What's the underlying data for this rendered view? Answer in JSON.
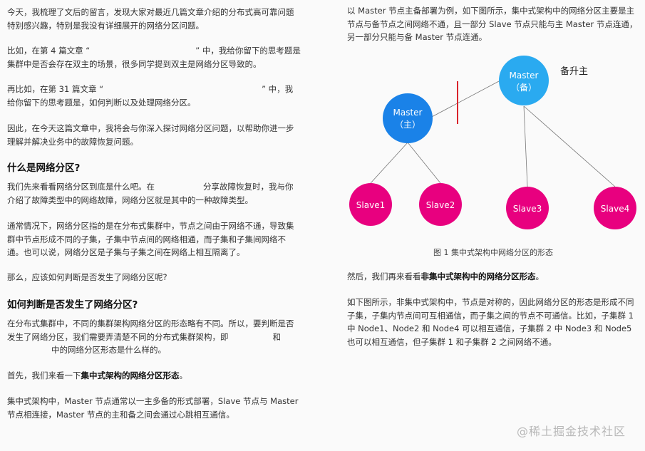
{
  "left": {
    "p1": "今天，我梳理了文后的留言，发现大家对最近几篇文章介绍的分布式高可靠问题特别感兴趣，特别是我没有详细展开的网络分区问题。",
    "p2a": "比如，在第 4 篇文章 “",
    "p2b": "” 中，我给你留下的思考题是集群中是否会存在双主的场景，很多同学提到双主是网络分区导致的。",
    "p3a": "再比如，在第 31 篇文章 “",
    "p3b": "” 中，我给你留下的思考题是，如何判断以及处理网络分区。",
    "p4": "因此，在今天这篇文章中，我将会与你深入探讨网络分区问题，以帮助你进一步理解并解决业务中的故障恢复问题。",
    "h1": "什么是网络分区?",
    "p5a": "我们先来看看网络分区到底是什么吧。在",
    "p5b": "分享故障恢复时，我与你介绍了故障类型中的网络故障，网络分区就是其中的一种故障类型。",
    "p6": "通常情况下，网络分区指的是在分布式集群中，节点之间由于网络不通，导致集群中节点形成不同的子集，子集中节点间的网络相通，而子集和子集间网络不通。也可以说，网络分区是子集与子集之间在网络上相互隔离了。",
    "p7": "那么，应该如何判断是否发生了网络分区呢?",
    "h2": "如何判断是否发生了网络分区?",
    "p8a": "在分布式集群中，不同的集群架构网络分区的形态略有不同。所以，要判断是否发生了网络分区，我们需要弄清楚不同的分布式集群架构，即",
    "p8b": "和",
    "p8c": "中的网络分区形态是什么样的。",
    "p9a": "首先，我们来看一下",
    "p9b": "集中式架构的网络分区形态",
    "p9c": "。",
    "p10": "集中式架构中，Master 节点通常以一主多备的形式部署，Slave 节点与 Master 节点相连接，Master 节点的主和备之间会通过心跳相互通信。"
  },
  "right": {
    "p1": "以 Master 节点主备部署为例，如下图所示，集中式架构中的网络分区主要是主节点与备节点之间网络不通，且一部分 Slave 节点只能与主 Master 节点连通，另一部分只能与备 Master 节点连通。",
    "diagram": {
      "master_primary": [
        "Master",
        "（主）"
      ],
      "master_backup": [
        "Master",
        "（备）"
      ],
      "promote_label": "备升主",
      "slaves": [
        "Slave1",
        "Slave2",
        "Slave3",
        "Slave4"
      ],
      "colors": {
        "master_primary": "#1a82e8",
        "master_backup": "#2aaaf0",
        "slave": "#e8007f",
        "partition": "#d9232b"
      }
    },
    "caption": "图 1 集中式架构中网络分区的形态",
    "p2a": "然后，我们再来看看",
    "p2b": "非集中式架构中的网络分区形态",
    "p2c": "。",
    "p3": "如下图所示，非集中式架构中，节点是对称的，因此网络分区的形态是形成不同子集，子集内节点间可互相通信，而子集之间的节点不可通信。比如，子集群 1 中 Node1、Node2 和 Node4 可以相互通信，子集群 2 中 Node3 和 Node5 也可以相互通信，但子集群 1 和子集群 2 之间网络不通。"
  },
  "watermark": "@稀土掘金技术社区"
}
